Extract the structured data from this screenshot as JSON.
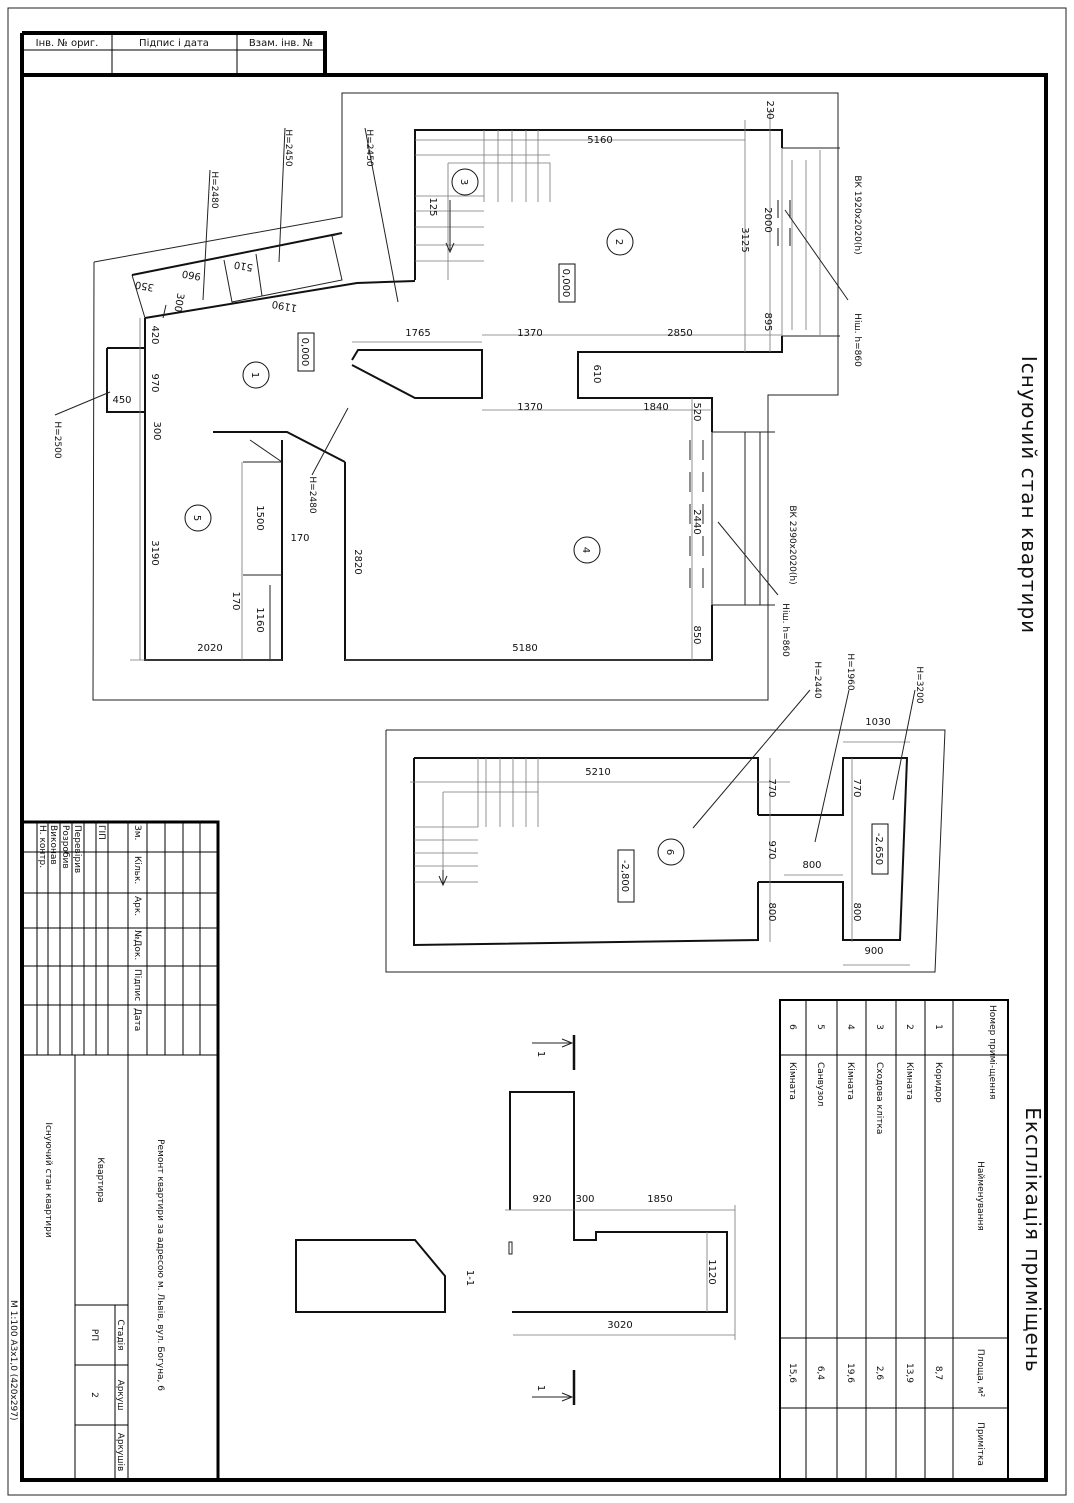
{
  "stamp": {
    "headers": [
      "Інв. № ориг.",
      "Підпис і дата",
      "Взам. інв. №"
    ]
  },
  "sheet_title": "Існуючий стан квартири",
  "plan1": {
    "rooms": [
      "1",
      "2",
      "3",
      "4",
      "5"
    ],
    "levels": [
      "0,000",
      "0,000"
    ],
    "dims": [
      "5160",
      "230",
      "2000",
      "3125",
      "895",
      "1765",
      "1370",
      "2850",
      "610",
      "1370",
      "1840",
      "520",
      "2440",
      "850",
      "5180",
      "2820",
      "2020",
      "3190",
      "1500",
      "170",
      "170",
      "1160",
      "300",
      "450",
      "970",
      "420",
      "350",
      "960",
      "510",
      "1190",
      "300",
      "125"
    ],
    "notes": [
      "H=2450",
      "H=2450",
      "H=2480",
      "H=2500",
      "H=2480",
      "ВК 1920х2020(h)",
      "Ніш. h=860",
      "ВК 2390х2020(h)",
      "Ніш. h=860"
    ]
  },
  "plan2": {
    "room": "6",
    "levels": [
      "-2,800",
      "-2,650"
    ],
    "notes": [
      "H=2440",
      "H=1960",
      "H=3200"
    ],
    "dims": [
      "1030",
      "5210",
      "770",
      "770",
      "970",
      "800",
      "800",
      "800",
      "900"
    ]
  },
  "section": {
    "label": "1-1",
    "marker": "1",
    "dims": [
      "920",
      "300",
      "1850",
      "1120",
      "3020"
    ]
  },
  "explication": {
    "title": "Експлікація приміщень",
    "headers": [
      "Номер примі-щення",
      "Найменування",
      "Площа, м²",
      "Примітка"
    ],
    "rows": [
      {
        "num": "1",
        "name": "Коридор",
        "area": "8,7"
      },
      {
        "num": "2",
        "name": "Кімната",
        "area": "13,9"
      },
      {
        "num": "3",
        "name": "Сходова клітка",
        "area": "2,6"
      },
      {
        "num": "4",
        "name": "Кімната",
        "area": "19,6"
      },
      {
        "num": "5",
        "name": "Санвузол",
        "area": "6,4"
      },
      {
        "num": "6",
        "name": "Кімната",
        "area": "15,6"
      }
    ]
  },
  "title_block": {
    "col_headers": [
      "Зм.",
      "Кільк.",
      "Арк.",
      "№Док.",
      "Підпис",
      "Дата"
    ],
    "roles": [
      "ГІП",
      "Перевірив",
      "Розробив",
      "Виконав",
      "Н. контр."
    ],
    "project": "Ремонт квартири за адресою м. Львів, вул. Богуна, 6",
    "object": "Квартира",
    "sheet_name": "Існуючий стан квартири",
    "stage_label": "Стадія",
    "sheet_label": "Аркуш",
    "sheets_label": "Аркушів",
    "stage": "РП",
    "sheet": "2"
  },
  "format_note": "М 1:100   А3х1,0 (420х297)"
}
